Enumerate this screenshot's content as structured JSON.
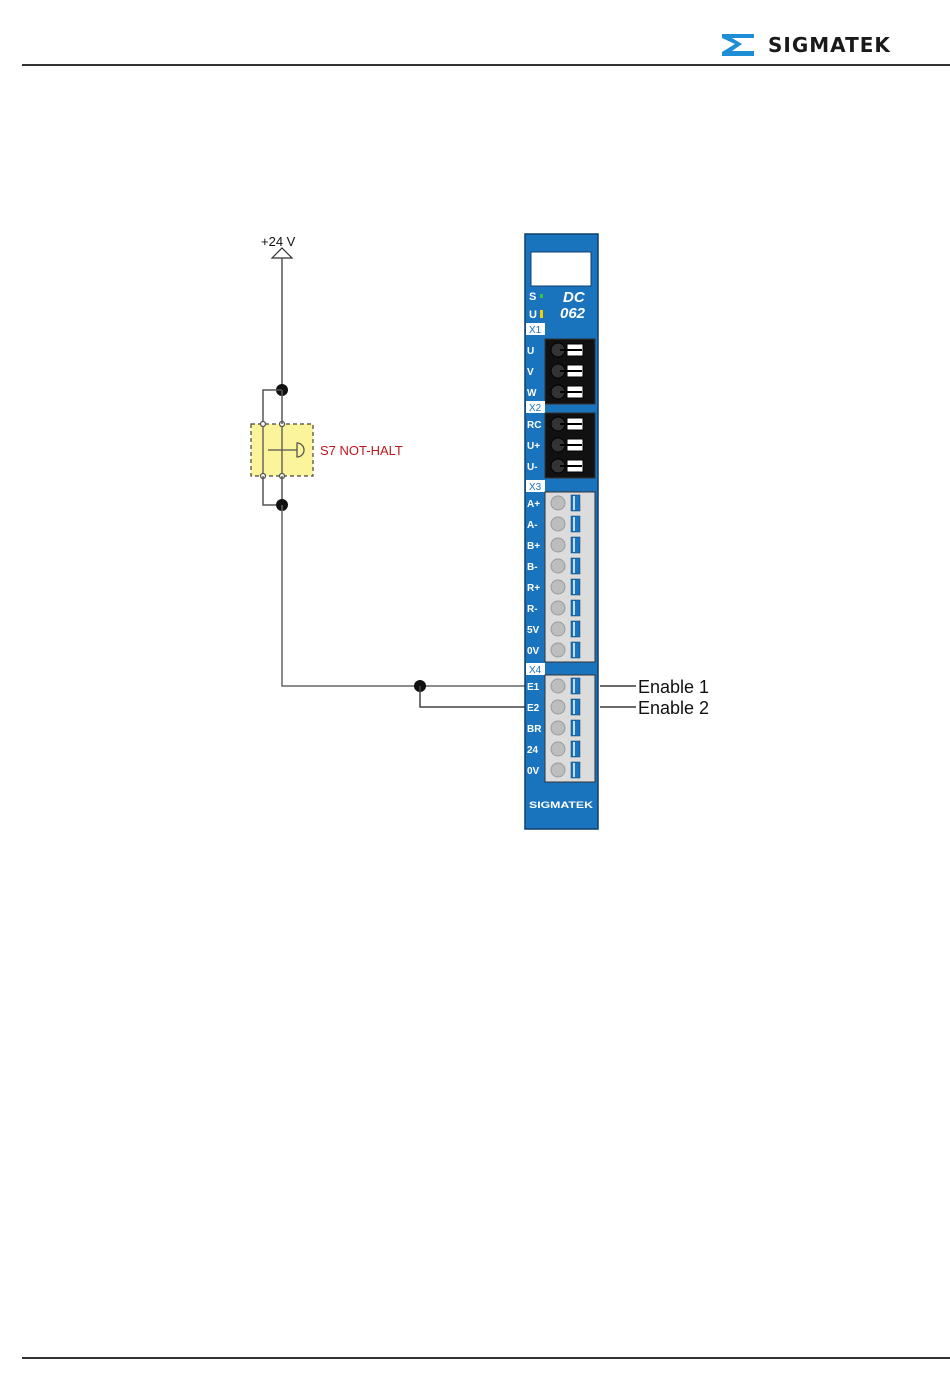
{
  "header": {
    "brand": "SIGMATEK"
  },
  "diagram": {
    "supply_label": "+24 V",
    "switch_label": "S7 NOT-HALT",
    "module": {
      "status_labels": [
        "S",
        "U"
      ],
      "model_line1": "DC",
      "model_line2": "062",
      "brand": "SIGMATEK",
      "connectors": [
        {
          "name": "X1",
          "pins": [
            "U",
            "V",
            "W"
          ]
        },
        {
          "name": "X2",
          "pins": [
            "RC",
            "U+",
            "U-"
          ]
        },
        {
          "name": "X3",
          "pins": [
            "A+",
            "A-",
            "B+",
            "B-",
            "R+",
            "R-",
            "5V",
            "0V"
          ]
        },
        {
          "name": "X4",
          "pins": [
            "E1",
            "E2",
            "BR",
            "24",
            "0V"
          ]
        }
      ]
    },
    "outputs": [
      "Enable 1",
      "Enable 2"
    ]
  }
}
